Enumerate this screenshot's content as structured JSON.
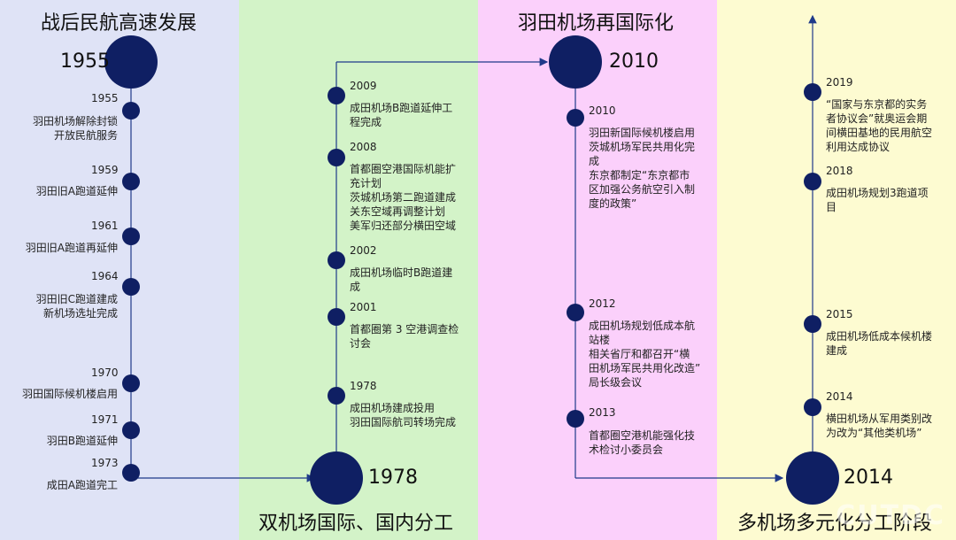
{
  "colors": {
    "panel1": "#dfe3f6",
    "panel2": "#d3f3c8",
    "panel3": "#fbd0fb",
    "panel4": "#fdfbd1",
    "node": "#0f1f63",
    "line": "#1f3a8a"
  },
  "phases": [
    {
      "title": "战后民航高速发展",
      "big_year": "1955"
    },
    {
      "title": "双机场国际、国内分工",
      "big_year": "1978"
    },
    {
      "title": "羽田机场再国际化",
      "big_year": "2010"
    },
    {
      "title": "多机场多元化分工阶段",
      "big_year": "2014"
    }
  ],
  "timeline1": [
    {
      "year": "1955",
      "lines": [
        "羽田机场解除封锁",
        "开放民航服务"
      ]
    },
    {
      "year": "1959",
      "lines": [
        "羽田旧A跑道延伸"
      ]
    },
    {
      "year": "1961",
      "lines": [
        "羽田旧A跑道再延伸"
      ]
    },
    {
      "year": "1964",
      "lines": [
        "羽田旧C跑道建成",
        "新机场选址完成"
      ]
    },
    {
      "year": "1970",
      "lines": [
        "羽田国际候机楼启用"
      ]
    },
    {
      "year": "1971",
      "lines": [
        "羽田B跑道延伸"
      ]
    },
    {
      "year": "1973",
      "lines": [
        "成田A跑道完工"
      ]
    }
  ],
  "timeline2": [
    {
      "year": "2009",
      "lines": [
        "成田机场B跑道延伸工",
        "程完成"
      ]
    },
    {
      "year": "2008",
      "lines": [
        "首都圈空港国际机能扩",
        "充计划",
        "茨城机场第二跑道建成",
        "关东空域再调整计划",
        "美军归还部分横田空域"
      ]
    },
    {
      "year": "2002",
      "lines": [
        "成田机场临时B跑道建",
        "成"
      ]
    },
    {
      "year": "2001",
      "lines": [
        "首都圈第 3 空港调查检",
        "讨会"
      ]
    },
    {
      "year": "1978",
      "lines": [
        "成田机场建成投用",
        "羽田国际航司转场完成"
      ]
    }
  ],
  "timeline3": [
    {
      "year": "2010",
      "lines": [
        "羽田新国际候机楼启用",
        "茨城机场军民共用化完",
        "成",
        "东京都制定“东京都市",
        "区加强公务航空引入制",
        "度的政策”"
      ]
    },
    {
      "year": "2012",
      "lines": [
        "成田机场规划低成本航",
        "站楼",
        "相关省厅和都召开“横",
        "田机场军民共用化改造”",
        "局长级会议"
      ]
    },
    {
      "year": "2013",
      "lines": [
        "首都圈空港机能强化技",
        "术检讨小委员会"
      ]
    }
  ],
  "timeline4": [
    {
      "year": "2019",
      "lines": [
        "“国家与东京都的实务",
        "者协议会”就奥运会期",
        "间横田基地的民用航空",
        "利用达成协议"
      ]
    },
    {
      "year": "2018",
      "lines": [
        "成田机场规划3跑道项",
        "目"
      ]
    },
    {
      "year": "2015",
      "lines": [
        "成田机场低成本候机楼",
        "建成"
      ]
    },
    {
      "year": "2014",
      "lines": [
        "横田机场从军用类别改",
        "为改为“其他类机场”"
      ]
    }
  ],
  "watermark": "CUTDC"
}
